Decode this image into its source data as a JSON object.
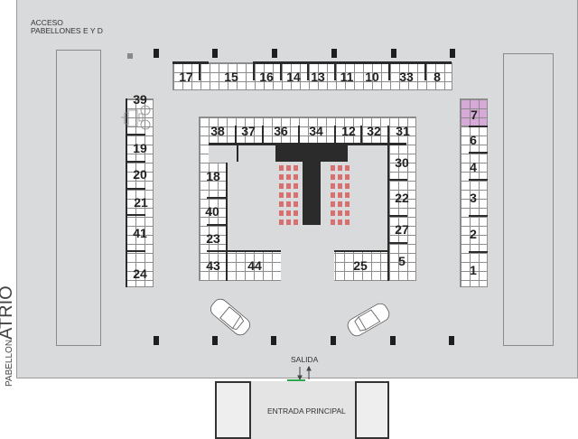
{
  "labels": {
    "access": "ACCESO",
    "access_sub": "PABELLONES E Y D",
    "exit": "SALIDA",
    "main_entrance": "ENTRADA PRINCIPAL",
    "pavilion_small": "PABELLON",
    "pavilion_big": "ATRIO"
  },
  "stands": {
    "top_row": [
      "17",
      "15",
      "16",
      "14",
      "13",
      "11",
      "10",
      "33",
      "8"
    ],
    "left_column": [
      "39",
      "19",
      "20",
      "21",
      "41",
      "24"
    ],
    "right_column": [
      "7",
      "6",
      "4",
      "3",
      "2",
      "1"
    ],
    "center_top": [
      "38",
      "37",
      "36",
      "34",
      "12",
      "32",
      "31"
    ],
    "center_left": [
      "18",
      "40",
      "23",
      "43",
      "44"
    ],
    "center_right": [
      "30",
      "22",
      "27",
      "5",
      "25"
    ]
  },
  "colors": {
    "floor": "#d9dadb",
    "highlighted_stand": "#d7a9d8",
    "seats": "#d97070",
    "entrance_marker": "#2aa84a"
  },
  "highlighted_stand": "7"
}
